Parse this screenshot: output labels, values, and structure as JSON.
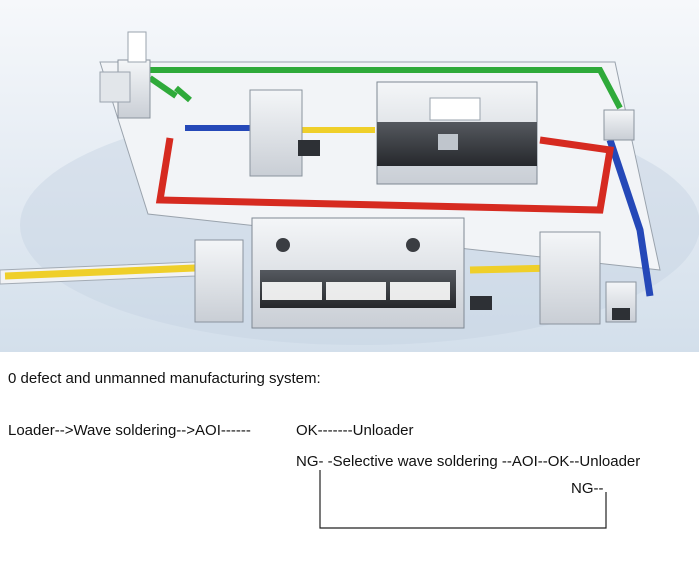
{
  "caption": "0 defect and unmanned manufacturing system:",
  "flow": {
    "main_line": "Loader-->Wave soldering-->AOI------",
    "ok_branch": "OK-------Unloader",
    "ng_branch": "NG- -Selective wave soldering --AOI--OK--Unloader",
    "ng_second": "NG--"
  },
  "colors": {
    "track_green": "#2faa3a",
    "track_blue": "#2548b8",
    "track_red": "#d62a20",
    "track_yellow": "#efcf2a",
    "machine_body": "#e9ecf0",
    "machine_panel": "#3c3f44",
    "background_gradient": [
      "#f3f6fa",
      "#d6e2ee"
    ]
  }
}
